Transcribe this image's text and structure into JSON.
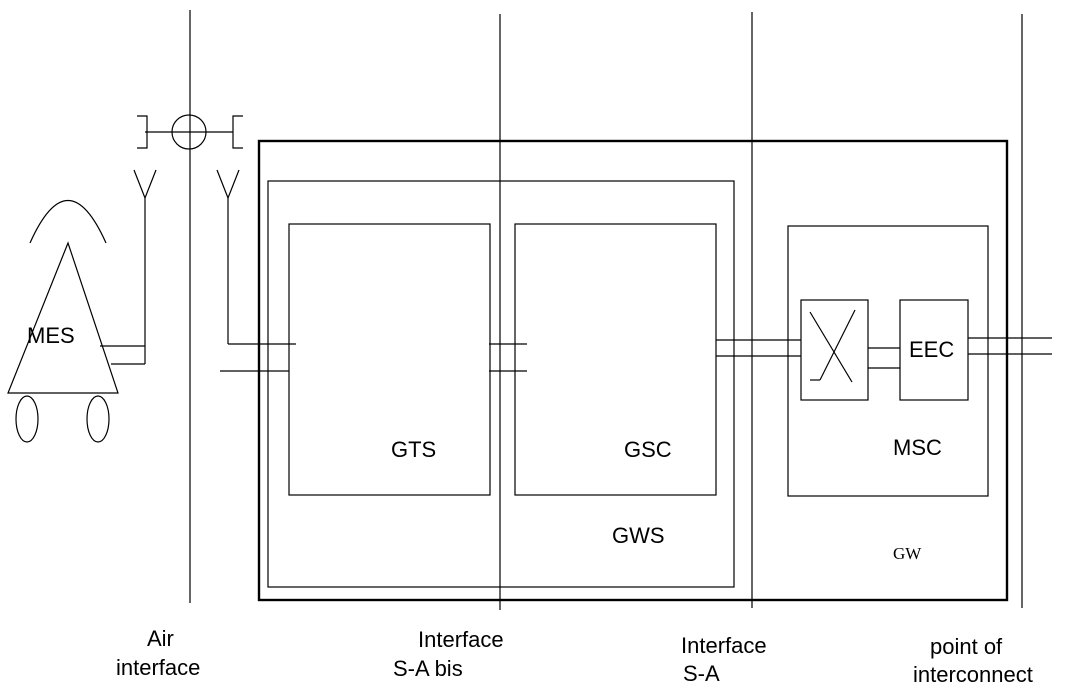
{
  "blocks": {
    "mes": "MES",
    "gts": "GTS",
    "gsc": "GSC",
    "eec": "EEC",
    "msc": "MSC",
    "gws": "GWS",
    "gw": "GW"
  },
  "interfaces": {
    "air": {
      "line1": "Air",
      "line2": "interface"
    },
    "sa_bis": {
      "line1": "Interface",
      "line2": "S-A bis"
    },
    "sa": {
      "line1": "Interface",
      "line2": "S-A"
    },
    "poi": {
      "line1": "point of",
      "line2": "interconnect"
    }
  }
}
